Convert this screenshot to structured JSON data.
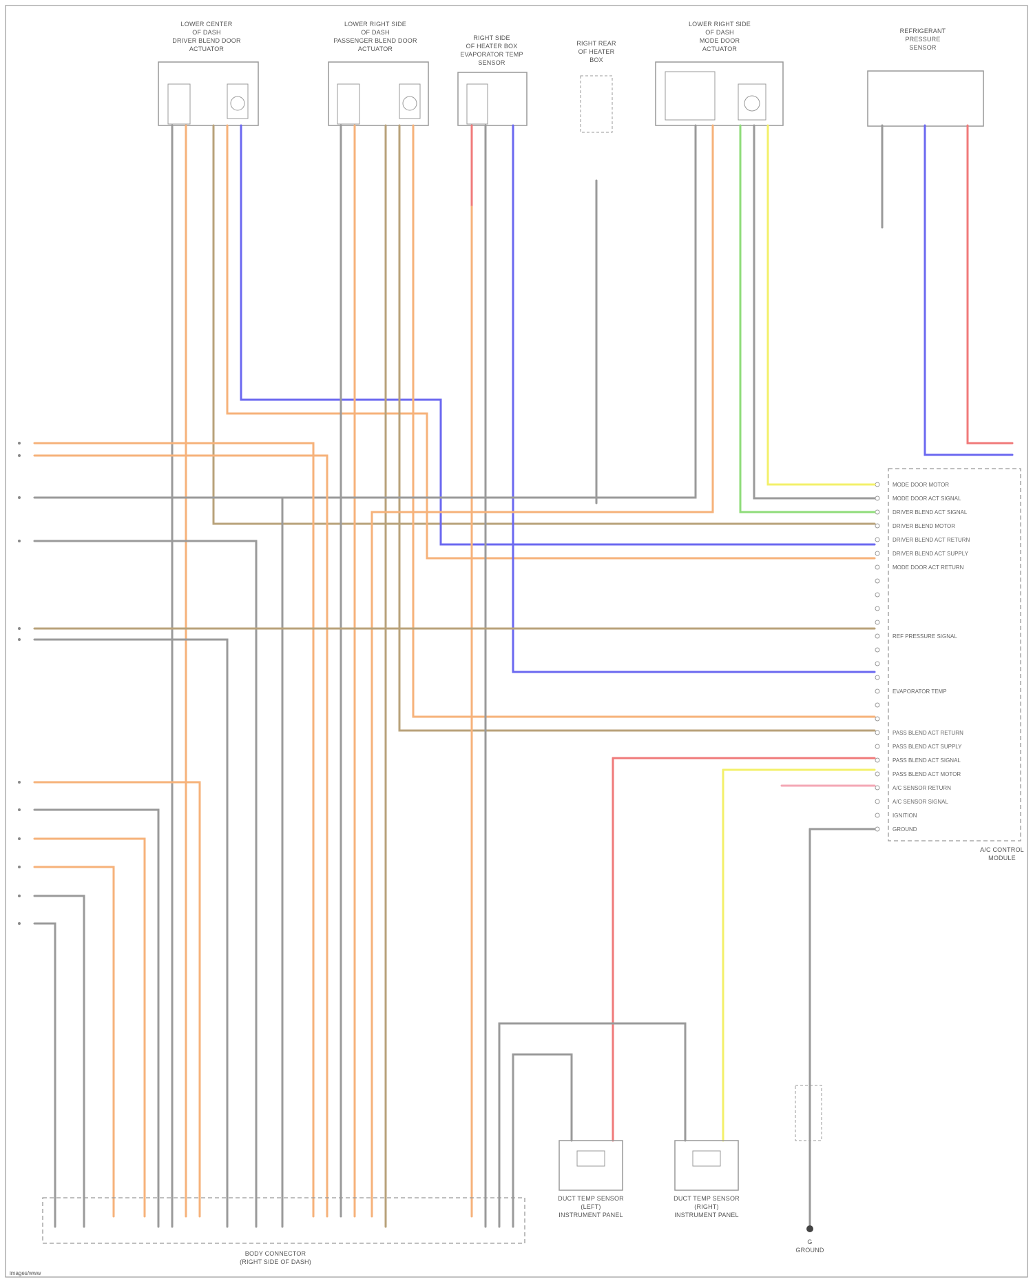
{
  "diagram": {
    "title_lines": [
      "DUAL AIR CONDITIONING",
      "CIRCUIT (1 of 2)"
    ],
    "components": [
      {
        "id": "driver-blend",
        "label": [
          "LOWER CENTER",
          "OF DASH",
          "DRIVER BLEND DOOR",
          "ACTUATOR"
        ]
      },
      {
        "id": "passenger-blend",
        "label": [
          "LOWER RIGHT SIDE",
          "OF DASH",
          "PASSENGER BLEND DOOR",
          "ACTUATOR"
        ]
      },
      {
        "id": "evap-sensor",
        "label": [
          "RIGHT SIDE",
          "OF HEATER BOX",
          "EVAPORATOR TEMP",
          "SENSOR"
        ]
      },
      {
        "id": "inlet-door",
        "label": [
          "RIGHT REAR",
          "OF HEATER",
          "BOX"
        ]
      },
      {
        "id": "mode-door",
        "label": [
          "LOWER RIGHT SIDE",
          "OF DASH",
          "MODE DOOR",
          "ACTUATOR"
        ]
      },
      {
        "id": "pressure-sensor",
        "label": [
          "REFRIGERANT",
          "PRESSURE",
          "SENSOR"
        ]
      }
    ],
    "module_label": [
      "A/C CONTROL",
      "MODULE"
    ],
    "module_pins": [
      "MODE DOOR MOTOR",
      "MODE DOOR ACT SIGNAL",
      "DRIVER BLEND ACT SIGNAL",
      "DRIVER BLEND MOTOR",
      "DRIVER BLEND ACT RETURN",
      "DRIVER BLEND ACT SUPPLY",
      "MODE DOOR ACT RETURN",
      "REF PRESSURE SIGNAL",
      "EVAPORATOR TEMP",
      "PASS BLEND ACT RETURN",
      "PASS BLEND ACT SUPPLY",
      "PASS BLEND ACT SIGNAL",
      "PASS BLEND ACT MOTOR",
      "A/C SENSOR RETURN",
      "A/C SENSOR SIGNAL",
      "IGNITION",
      "GROUND"
    ],
    "left_connector_label": [
      "BODY CONNECTOR",
      "(RIGHT SIDE OF DASH)"
    ],
    "bottom_components": [
      {
        "id": "temp-sensor-left",
        "label": [
          "DUCT TEMP SENSOR",
          "(LEFT)",
          "INSTRUMENT PANEL"
        ]
      },
      {
        "id": "temp-sensor-right",
        "label": [
          "DUCT TEMP SENSOR",
          "(RIGHT)",
          "INSTRUMENT PANEL"
        ]
      }
    ],
    "ground_label": [
      "G",
      "GROUND"
    ],
    "wire_colors": [
      "ORG",
      "GRY",
      "BLU",
      "GRN",
      "YEL",
      "RED",
      "PNK",
      "BRN"
    ],
    "footer": "images/www"
  }
}
